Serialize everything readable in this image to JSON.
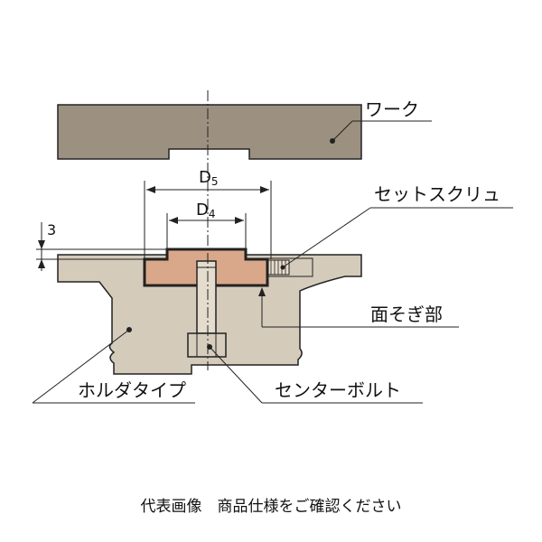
{
  "labels": {
    "work": "ワーク",
    "set_screw": "セットスクリュ",
    "spot_face": "面そぎ部",
    "holder_type": "ホルダタイプ",
    "center_bolt": "センターボルト"
  },
  "dimensions": {
    "d5_main": "D",
    "d5_sub": "5",
    "d4_main": "D",
    "d4_sub": "4",
    "depth": "3"
  },
  "caption": "代表画像　商品仕様をご確認ください",
  "colors": {
    "work": "#9c9081",
    "holder": "#d4cbbb",
    "cutter": "#d9a88a",
    "outline": "#222222"
  }
}
